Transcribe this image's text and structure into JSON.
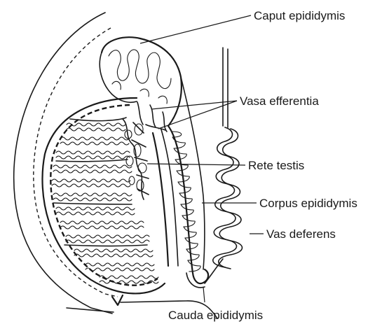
{
  "labels": {
    "caput": "Caput epididymis",
    "vasa_efferentia": "Vasa efferentia",
    "rete_testis": "Rete testis",
    "corpus": "Corpus epididymis",
    "vas_deferens": "Vas deferens",
    "cauda": "Cauda epididymis"
  },
  "colors": {
    "ink": "#1a1a1a",
    "background": "#ffffff"
  }
}
